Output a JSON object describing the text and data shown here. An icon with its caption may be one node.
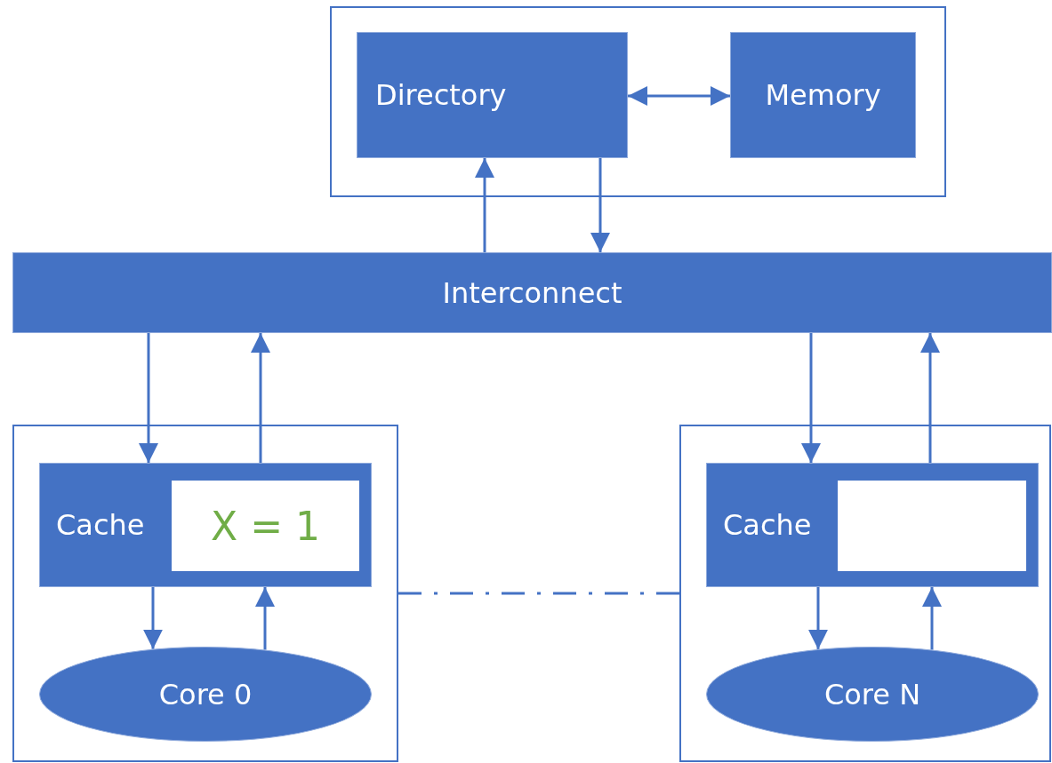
{
  "diagram": {
    "nodes": [
      {
        "text": [],
        "shape": "box"
      },
      {
        "text": [
          "Directory"
        ],
        "in": 0
      },
      {
        "text": [
          "Memory"
        ],
        "in": 0
      },
      {
        "text": [
          "Interconnect"
        ]
      },
      {
        "text": [],
        "shape": "box"
      },
      {
        "text": [
          "Cache"
        ],
        "in": 4
      },
      {
        "text": [
          "X = 1"
        ],
        "in": 5
      },
      {
        "text": [
          "Core 0"
        ],
        "in": 4
      },
      {
        "text": [],
        "shape": "box"
      },
      {
        "text": [
          "Cache"
        ],
        "in": 8
      },
      {
        "text": [],
        "shape": "box",
        "in": 9
      },
      {
        "text": [
          "Core N"
        ],
        "in": 8
      }
    ],
    "edges": [
      {
        "from": 1,
        "to": 2,
        "arrow": "both"
      },
      {
        "from": 3,
        "to": 1,
        "arrow": "to"
      },
      {
        "from": 1,
        "to": 3,
        "arrow": "to"
      },
      {
        "from": 3,
        "to": 5,
        "arrow": "to"
      },
      {
        "from": 5,
        "to": 3,
        "arrow": "to"
      },
      {
        "from": 3,
        "to": 9,
        "arrow": "to"
      },
      {
        "from": 9,
        "to": 3,
        "arrow": "to"
      },
      {
        "from": 5,
        "to": 7,
        "arrow": "to"
      },
      {
        "from": 7,
        "to": 5,
        "arrow": "to"
      },
      {
        "from": 9,
        "to": 11,
        "arrow": "to"
      },
      {
        "from": 11,
        "to": 9,
        "arrow": "to"
      },
      {
        "from": 4,
        "to": 8,
        "arrow": "none",
        "style": "dashed"
      }
    ]
  }
}
